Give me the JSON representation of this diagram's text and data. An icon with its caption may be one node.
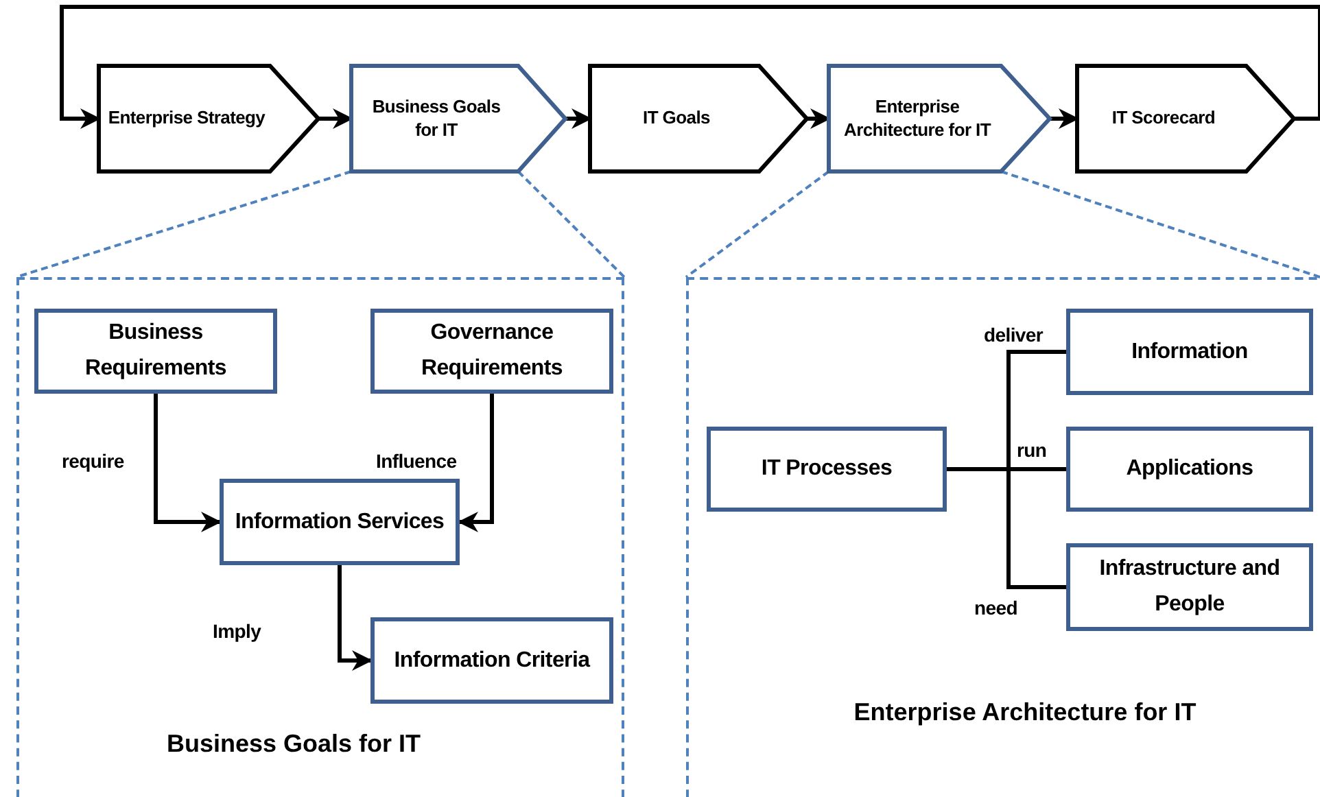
{
  "diagram": {
    "nodes": [
      {
        "text": [
          "Enterprise Strategy"
        ]
      },
      {
        "text": [
          "Business Goals for IT"
        ]
      },
      {
        "text": [
          "IT Goals"
        ]
      },
      {
        "text": [
          "Enterprise Architecture for IT"
        ]
      },
      {
        "text": [
          "IT Scorecard"
        ]
      },
      {
        "text": [
          "Business Goals for IT"
        ]
      },
      {
        "text": [
          "Business Requirements"
        ],
        "in": 5
      },
      {
        "text": [
          "Governance Requirements"
        ],
        "in": 5
      },
      {
        "text": [
          "Information Services"
        ],
        "in": 5
      },
      {
        "text": [
          "Information Criteria"
        ],
        "in": 5
      },
      {
        "text": [
          "Enterprise Architecture for IT"
        ]
      },
      {
        "text": [
          "IT Processes"
        ],
        "in": 10
      },
      {
        "text": [
          "Information"
        ],
        "in": 10
      },
      {
        "text": [
          "Applications"
        ],
        "in": 10
      },
      {
        "text": [
          "Infrastructure and People"
        ],
        "in": 10
      }
    ],
    "edges": [
      {
        "from": 0,
        "to": 1,
        "arrow": "to"
      },
      {
        "from": 1,
        "to": 2,
        "arrow": "to"
      },
      {
        "from": 2,
        "to": 3,
        "arrow": "to"
      },
      {
        "from": 3,
        "to": 4,
        "arrow": "to"
      },
      {
        "from": 4,
        "to": 0,
        "arrow": "to"
      },
      {
        "from": 1,
        "to": 5,
        "arrow": "none",
        "style": "dashed",
        "color": "#4f81bd"
      },
      {
        "from": 1,
        "to": 5,
        "arrow": "none",
        "style": "dashed",
        "color": "#4f81bd"
      },
      {
        "from": 3,
        "to": 10,
        "arrow": "none",
        "style": "dashed",
        "color": "#4f81bd"
      },
      {
        "from": 3,
        "to": 10,
        "arrow": "none",
        "style": "dashed",
        "color": "#4f81bd"
      },
      {
        "from": 6,
        "to": 8,
        "arrow": "to",
        "label": "require"
      },
      {
        "from": 7,
        "to": 8,
        "arrow": "to",
        "label": "Influence"
      },
      {
        "from": 8,
        "to": 9,
        "arrow": "to",
        "label": "Imply"
      },
      {
        "from": 11,
        "to": 12,
        "arrow": "none",
        "label": "deliver"
      },
      {
        "from": 11,
        "to": 13,
        "arrow": "none",
        "label": "run"
      },
      {
        "from": 11,
        "to": 14,
        "arrow": "none",
        "label": "need"
      }
    ]
  }
}
